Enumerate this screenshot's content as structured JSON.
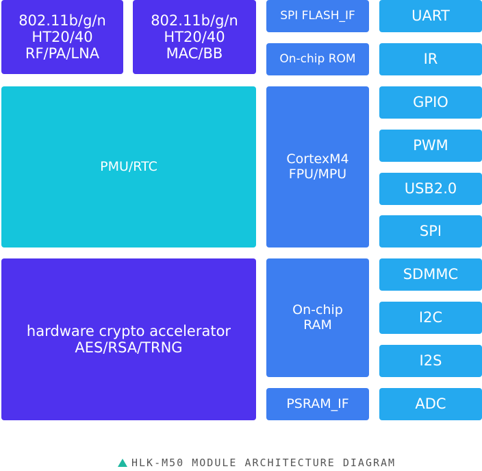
{
  "diagram": {
    "blocks": {
      "rf": {
        "lines": [
          "802.11b/g/n",
          "HT20/40",
          "RF/PA/LNA"
        ]
      },
      "mac": {
        "lines": [
          "802.11b/g/n",
          "HT20/40",
          "MAC/BB"
        ]
      },
      "spif": {
        "lines": [
          "SPI FLASH_IF"
        ]
      },
      "rom": {
        "lines": [
          "On-chip ROM"
        ]
      },
      "pmu": {
        "lines": [
          "PMU/RTC"
        ]
      },
      "cpu": {
        "lines": [
          "CortexM4",
          "FPU/MPU"
        ]
      },
      "crypto": {
        "lines": [
          "hardware crypto accelerator",
          "AES/RSA/TRNG"
        ]
      },
      "ram": {
        "lines": [
          "On-chip",
          "RAM"
        ]
      },
      "psram": {
        "lines": [
          "PSRAM_IF"
        ]
      }
    },
    "peripherals": [
      "UART",
      "IR",
      "GPIO",
      "PWM",
      "USB2.0",
      "SPI",
      "SDMMC",
      "I2C",
      "I2S",
      "ADC"
    ]
  },
  "caption": {
    "text": "HLK-M50 MODULE ARCHITECTURE DIAGRAM",
    "icon": "triangle-icon"
  },
  "colors": {
    "violet": "#4f32ee",
    "cyan": "#15c5dc",
    "blue": "#3d7ef0",
    "sky": "#25a9ef",
    "caption_icon": "#1fb8a0",
    "caption_text": "#555555"
  }
}
